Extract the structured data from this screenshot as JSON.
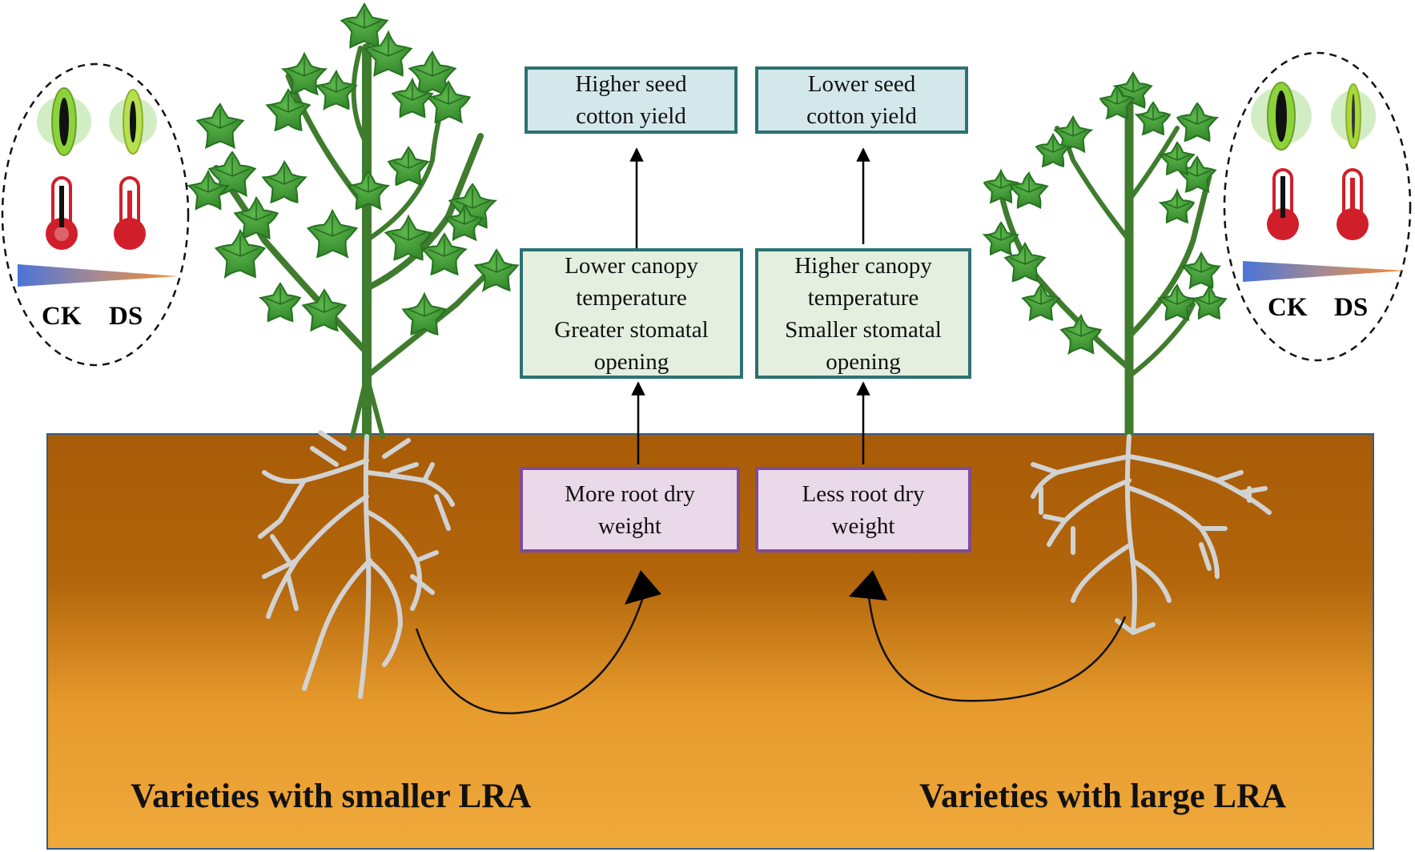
{
  "left_panel": {
    "yield_box": "Higher seed\ncotton yield",
    "canopy_box": "Lower canopy\ntemperature\nGreater stomatal\nopening",
    "root_box": "More root dry\nweight",
    "caption": "Varieties with smaller LRA"
  },
  "right_panel": {
    "yield_box": "Lower seed\ncotton yield",
    "canopy_box": "Higher canopy\ntemperature\nSmaller stomatal\nopening",
    "root_box": "Less root dry\nweight",
    "caption": "Varieties with large LRA"
  },
  "legend_left": {
    "label_ck": "CK",
    "label_ds": "DS"
  },
  "legend_right": {
    "label_ck": "CK",
    "label_ds": "DS"
  },
  "colors": {
    "soil_top": "#a85c08",
    "soil_bottom": "#f0a93c",
    "leaf": "#3e9a38",
    "leaf_dark": "#25721f",
    "stem": "#3f7c2e",
    "root": "#d2d2d2",
    "thermometer": "#d01f2a",
    "stomata_fill": "#8cd23a"
  },
  "icons": [
    "stomata-icon",
    "thermometer-icon",
    "gradient-triangle-icon",
    "cotton-plant-icon",
    "root-system-icon"
  ]
}
